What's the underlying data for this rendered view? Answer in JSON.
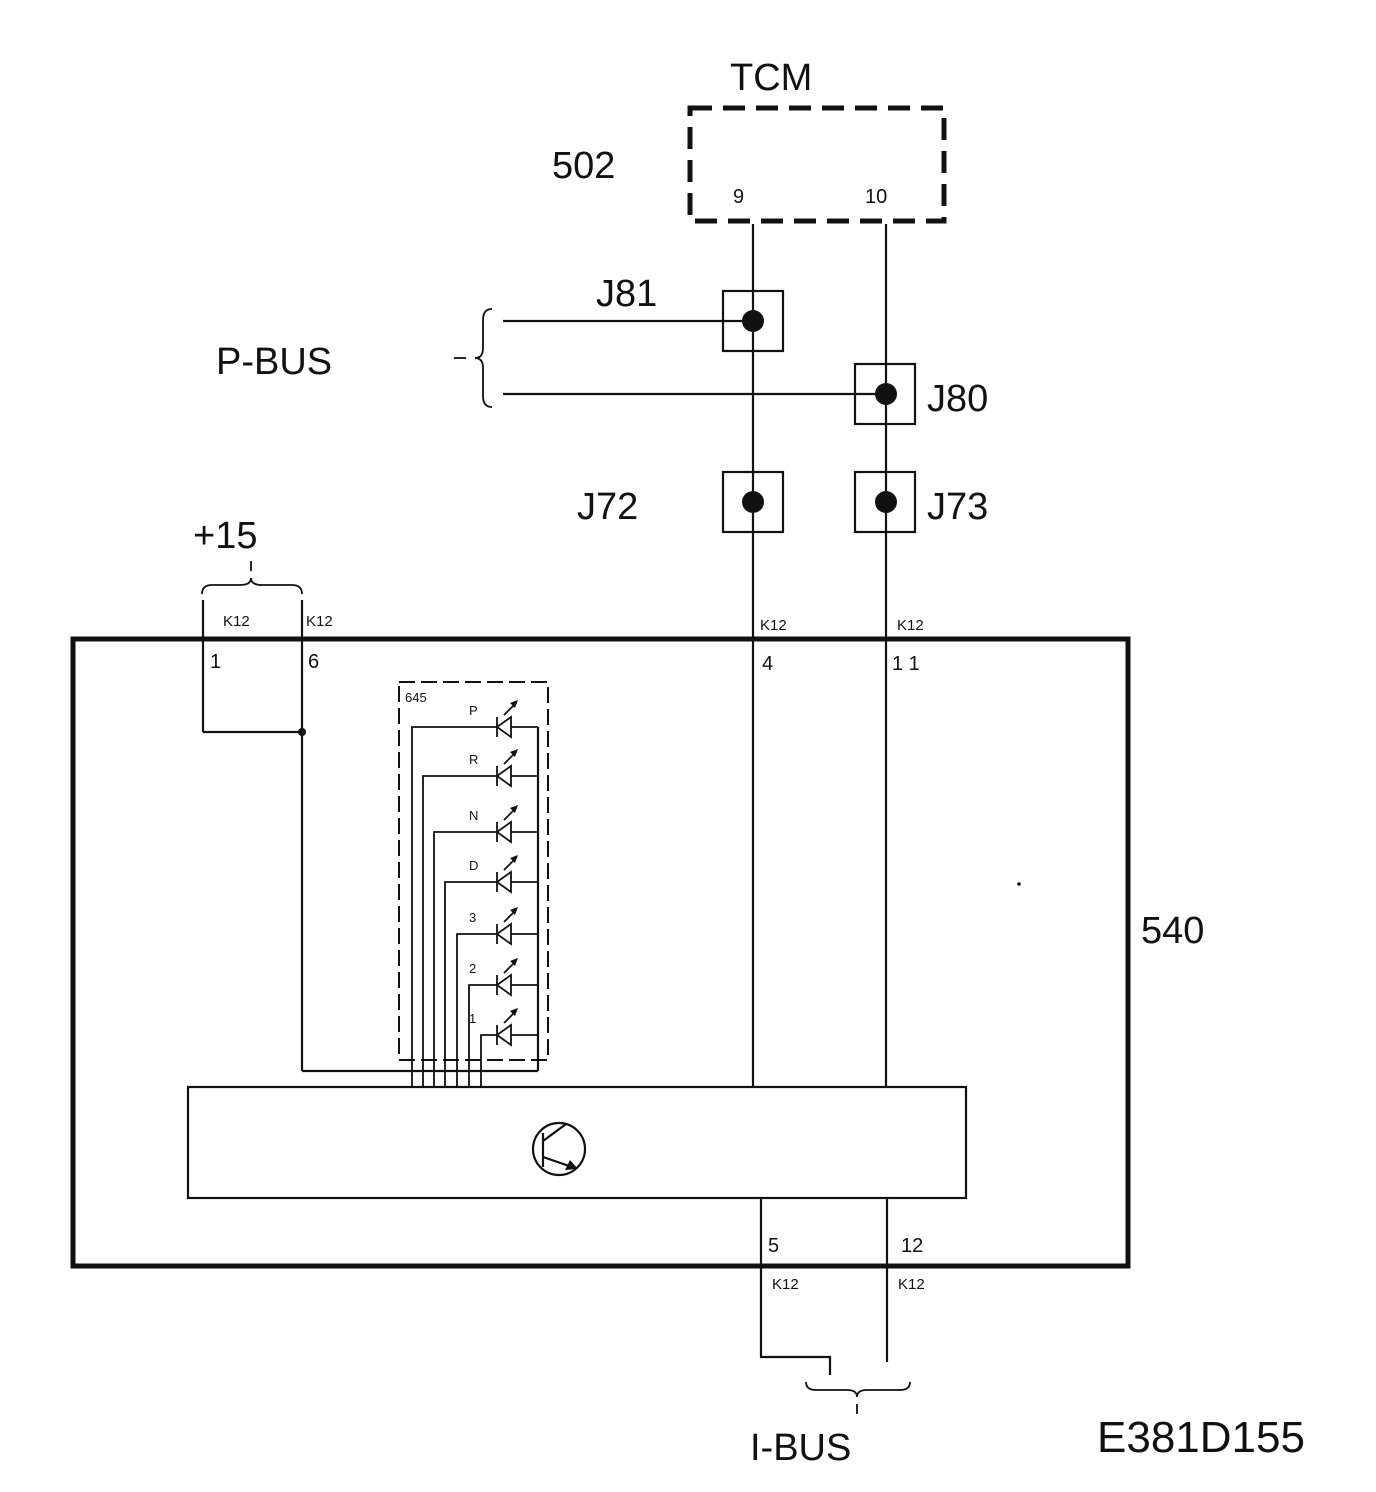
{
  "tcm": {
    "title": "TCM",
    "number": "502",
    "pin_left": "9",
    "pin_right": "10"
  },
  "pbus": {
    "label": "P-BUS"
  },
  "junctions": {
    "j81": "J81",
    "j80": "J80",
    "j72": "J72",
    "j73": "J73"
  },
  "supply": {
    "label": "+15"
  },
  "connector": {
    "name": "K12"
  },
  "pins": {
    "p1": "1",
    "p6": "6",
    "p4": "4",
    "p11": "1 1",
    "p5": "5",
    "p12": "12"
  },
  "module": {
    "number": "540"
  },
  "indicator": {
    "number": "645",
    "leds": [
      "P",
      "R",
      "N",
      "D",
      "3",
      "2",
      "1"
    ]
  },
  "ibus": {
    "label": "I-BUS"
  },
  "figure_id": "E381D155"
}
